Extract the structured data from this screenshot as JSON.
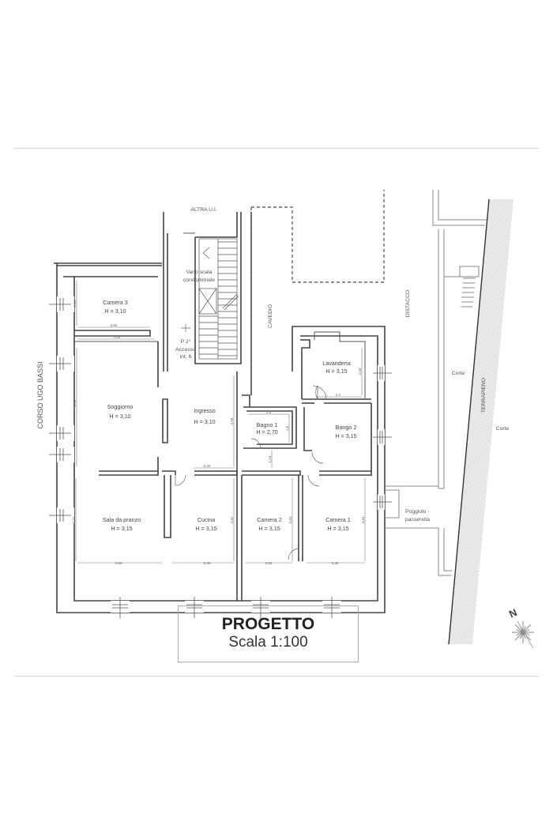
{
  "plan": {
    "rooms": [
      {
        "name": "Camera 3",
        "height": "H = 3,10"
      },
      {
        "name": "Soggiorno",
        "height": "H = 3,10"
      },
      {
        "name": "Ingresso",
        "height": "H = 3,10"
      },
      {
        "name": "Bagno 1",
        "height": "H = 2,70"
      },
      {
        "name": "Lavanderia",
        "height": "H = 3,15"
      },
      {
        "name": "Bango 2",
        "height": "H = 3,15"
      },
      {
        "name": "Sala da pranzo",
        "height": "H = 3,15"
      },
      {
        "name": "Cucina",
        "height": "H = 3,15"
      },
      {
        "name": "Camera 2",
        "height": "H = 3,15"
      },
      {
        "name": "Camera 1",
        "height": "H = 3,15"
      }
    ],
    "stair": {
      "label_line1": "Vano scala",
      "label_line2": "condominiale",
      "floor": "P 2°",
      "access_line1": "Accesso",
      "access_line2": "int. 6"
    },
    "labels": {
      "altra_ui": "ALTRA U.I.",
      "cavedio": "CAVEDIO",
      "distacco": "DISTACCO",
      "corte_1": "Corte",
      "corte_2": "Corte",
      "terrapieno": "TERRAPIENO",
      "poggiolo_line1": "Poggiolo -",
      "poggiolo_line2": "passerella",
      "street": "CORSO UGO BASSI",
      "north": "N"
    },
    "dimensions": {
      "camera3_width": "3,50",
      "camera3_depth": "2,84",
      "soggiorno_width": "4,69",
      "soggiorno_depth": "4,98",
      "ingresso_depth": "4,93",
      "bagno1_width": "2,6",
      "bagno1_depth": "1,6",
      "corridor": "1,24",
      "lavanderia_width": "3,1",
      "lavanderia_depth": "2,03",
      "sala_width": "4,60",
      "sala_depth": "4,62",
      "cucina_width_top": "3,30",
      "cucina_width": "3,30",
      "cucina_depth": "4,62",
      "camera2_width": "2,53",
      "camera2_depth": "4,64",
      "camera1_width": "3,45",
      "camera1_depth": "4,64"
    }
  },
  "title_block": {
    "title": "PROGETTO",
    "scale": "Scala 1:100"
  }
}
